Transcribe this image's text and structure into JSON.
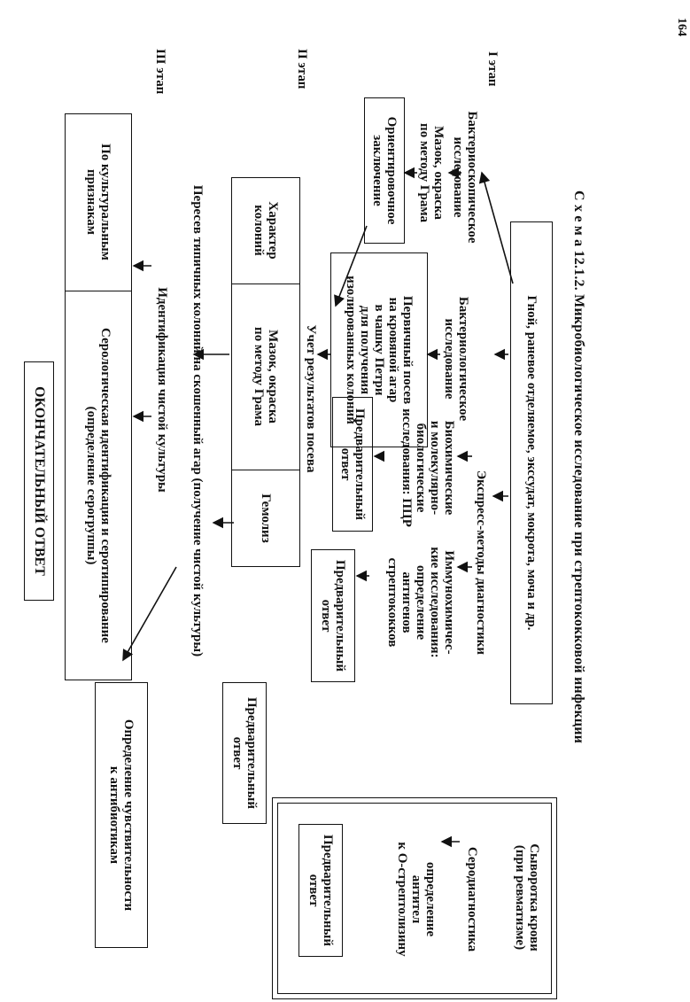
{
  "page_number": "164",
  "title": "С х е м а 12.1.2. Микробиологическое исследование при стрептококковой инфекции",
  "stages": {
    "s1": "I этап",
    "s2": "II этап",
    "s3": "III этап"
  },
  "source": "Гной, раневое отделяемое, экссудат, мокрота, моча и др.",
  "serum": "Сыворотка крови\n(при ревматизме)",
  "branches": {
    "bacterioscopic": "Бактериоскопическое\nисследование",
    "bacteriologic": "Бактериологическое\nисследование",
    "express": "Экспресс-методы диагностики",
    "serodiag": "Серодиагностика"
  },
  "nodes": {
    "gram_smear": "Мазок, окраска\nпо методу Грама",
    "orient": "Ориентировочное\nзаключение",
    "primary_seed": "Первичный посев\nна кровяной агар\nв чашку Петри\nдля получения\nизолированных колоний",
    "biochem": "Биохимические\nи молекулярно-\nбиологические\nисследования: ПЦР",
    "immuno": "Иммунохимичес-\nкие исследования:\nопределение\nантигенов\nстрептококков",
    "prelim_biochem": "Предварительный\nответ",
    "prelim_immuno": "Предварительный\nответ",
    "antibody": "определение\nантител\nк О-стрептолизину",
    "prelim_sero": "Предварительный\nответ",
    "culture_result": "Учет результатов посева",
    "colony_char": "Характер\nколоний",
    "colony_gram": "Мазок, окраска\nпо методу Грама",
    "hemolysis": "Гемолиз",
    "prelim_hemolysis": "Предварительный\nответ",
    "reseed": "Пересев типичных колоний на скошенный агар (получение чистой культуры)",
    "ident": "Идентификация чистой культуры",
    "cultural": "По культуральным\nпризнакам",
    "serologic": "Серологическая идентификация и серотипирование\n(определение серогруппы)",
    "sensitivity": "Определение чувствительности\nк антибиотикам",
    "final": "ОКОНЧАТЕЛЬНЫЙ ОТВЕТ"
  }
}
